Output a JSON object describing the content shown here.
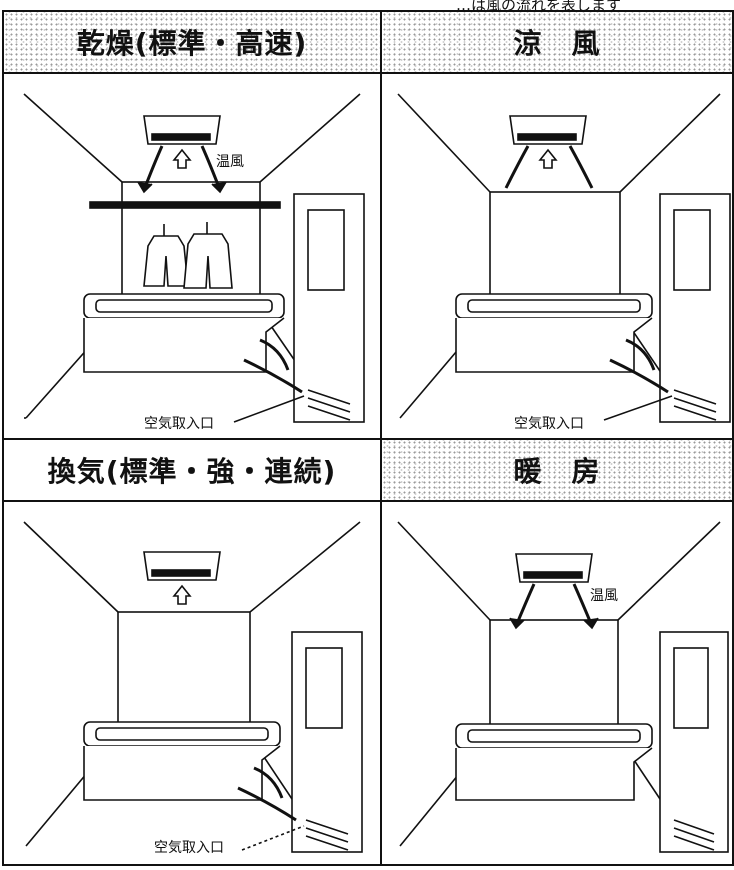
{
  "top_note": "…は風の流れを表します",
  "panels": [
    {
      "header": "乾燥(標準・高速)",
      "warm_air_label": "温風",
      "intake_label": "空気取入口"
    },
    {
      "header": "涼　風",
      "intake_label": "空気取入口"
    },
    {
      "header": "換気(標準・強・連続)",
      "intake_label": "空気取入口"
    },
    {
      "header": "暖　房",
      "warm_air_label": "温風"
    }
  ]
}
